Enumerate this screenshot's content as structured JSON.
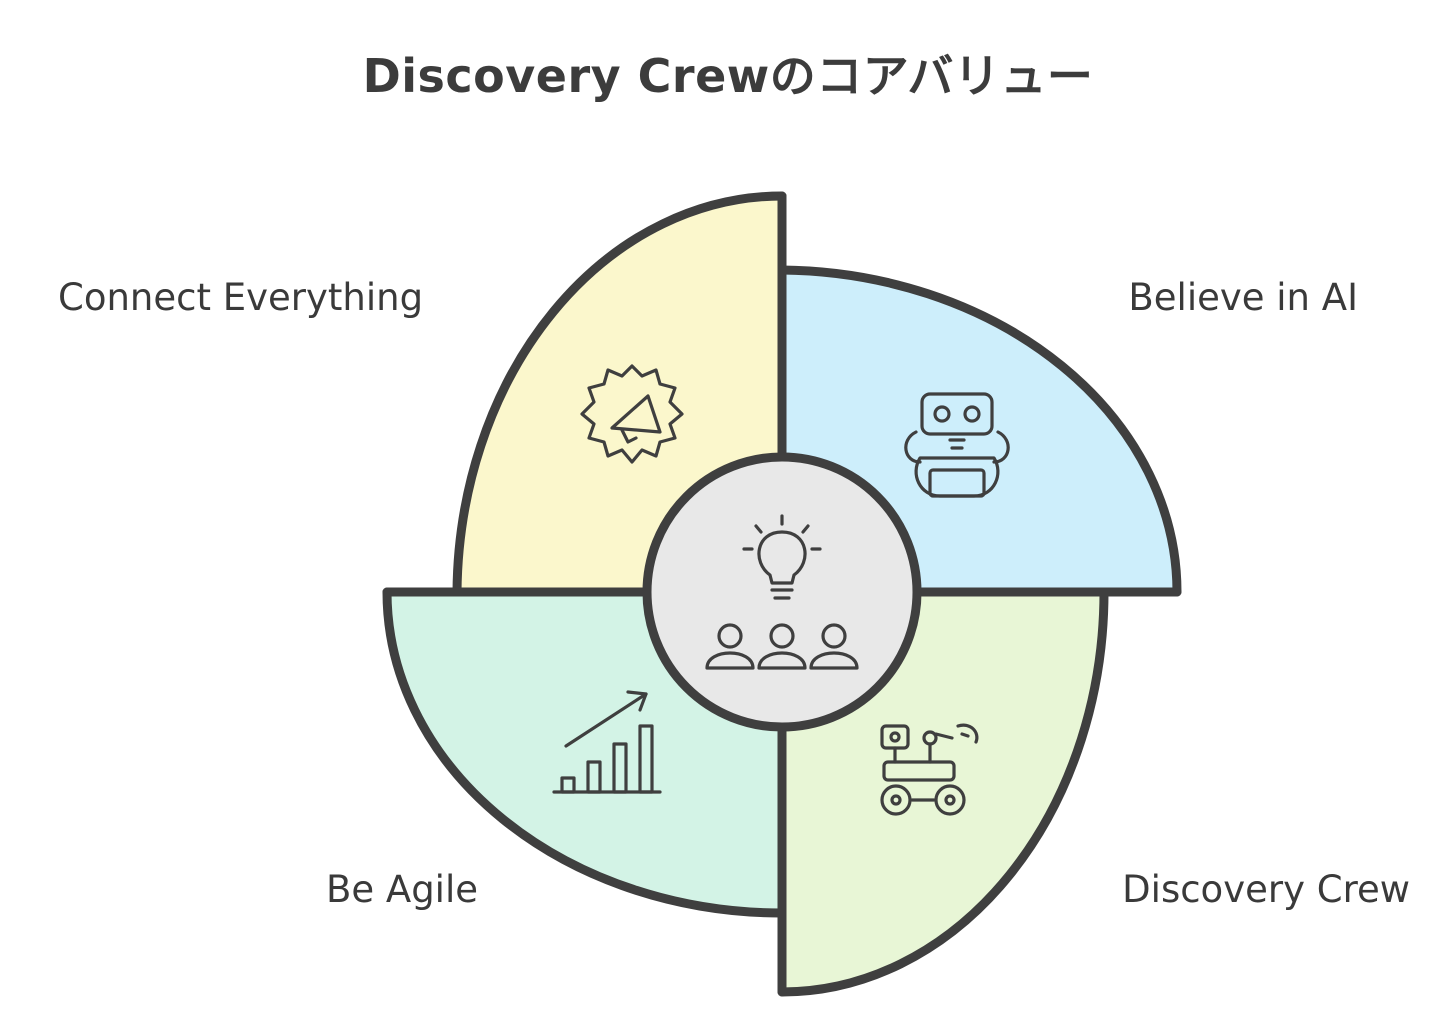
{
  "title": "Discovery Crewのコアバリュー",
  "segments": [
    {
      "id": "connect",
      "label": "Connect Everything",
      "color": "#fbf7cc",
      "icon": "gear-megaphone-icon"
    },
    {
      "id": "believe",
      "label": "Believe in AI",
      "color": "#cdeefb",
      "icon": "robot-icon"
    },
    {
      "id": "agile",
      "label": "Be Agile",
      "color": "#d3f3e6",
      "icon": "growth-chart-icon"
    },
    {
      "id": "discovery",
      "label": "Discovery Crew",
      "color": "#e8f6d6",
      "icon": "rover-robot-icon"
    }
  ],
  "center": {
    "color": "#e8e8e8",
    "icon": "team-idea-icon"
  }
}
